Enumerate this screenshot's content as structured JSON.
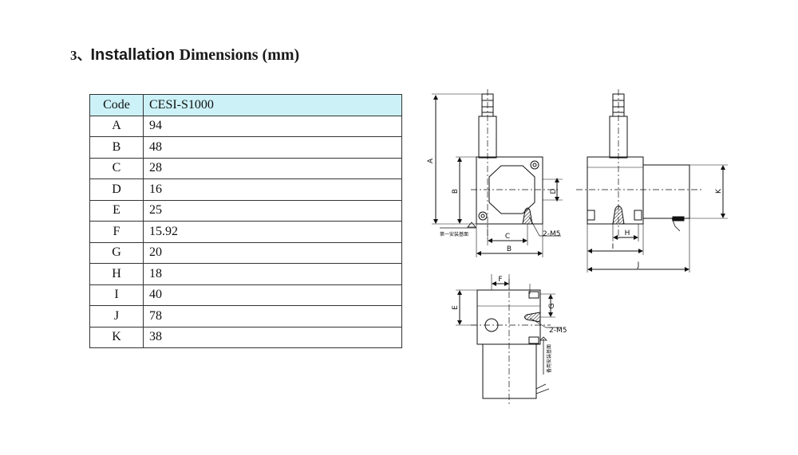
{
  "title": {
    "number": "3、",
    "part1": "Installation ",
    "part2": "Dimensions (mm)"
  },
  "table": {
    "header": {
      "code": "Code",
      "model": "CESI-S1000"
    },
    "rows": [
      {
        "code": "A",
        "value": "94"
      },
      {
        "code": "B",
        "value": "48"
      },
      {
        "code": "C",
        "value": "28"
      },
      {
        "code": "D",
        "value": "16"
      },
      {
        "code": "E",
        "value": "25"
      },
      {
        "code": "F",
        "value": "15.92"
      },
      {
        "code": "G",
        "value": "20"
      },
      {
        "code": "H",
        "value": "18"
      },
      {
        "code": "I",
        "value": "40"
      },
      {
        "code": "J",
        "value": "78"
      },
      {
        "code": "K",
        "value": "38"
      }
    ]
  },
  "drawing": {
    "labels": {
      "A": "A",
      "B": "B",
      "C": "C",
      "D": "D",
      "E": "E",
      "F": "F",
      "G": "G",
      "H": "H",
      "I": "I",
      "J": "J",
      "K": "K"
    },
    "thread_label_front": "2-M5",
    "thread_label_bottom": "2-M5",
    "mount_face_front": "第一安装基面",
    "mount_face_bottom": "备用安装基面"
  }
}
